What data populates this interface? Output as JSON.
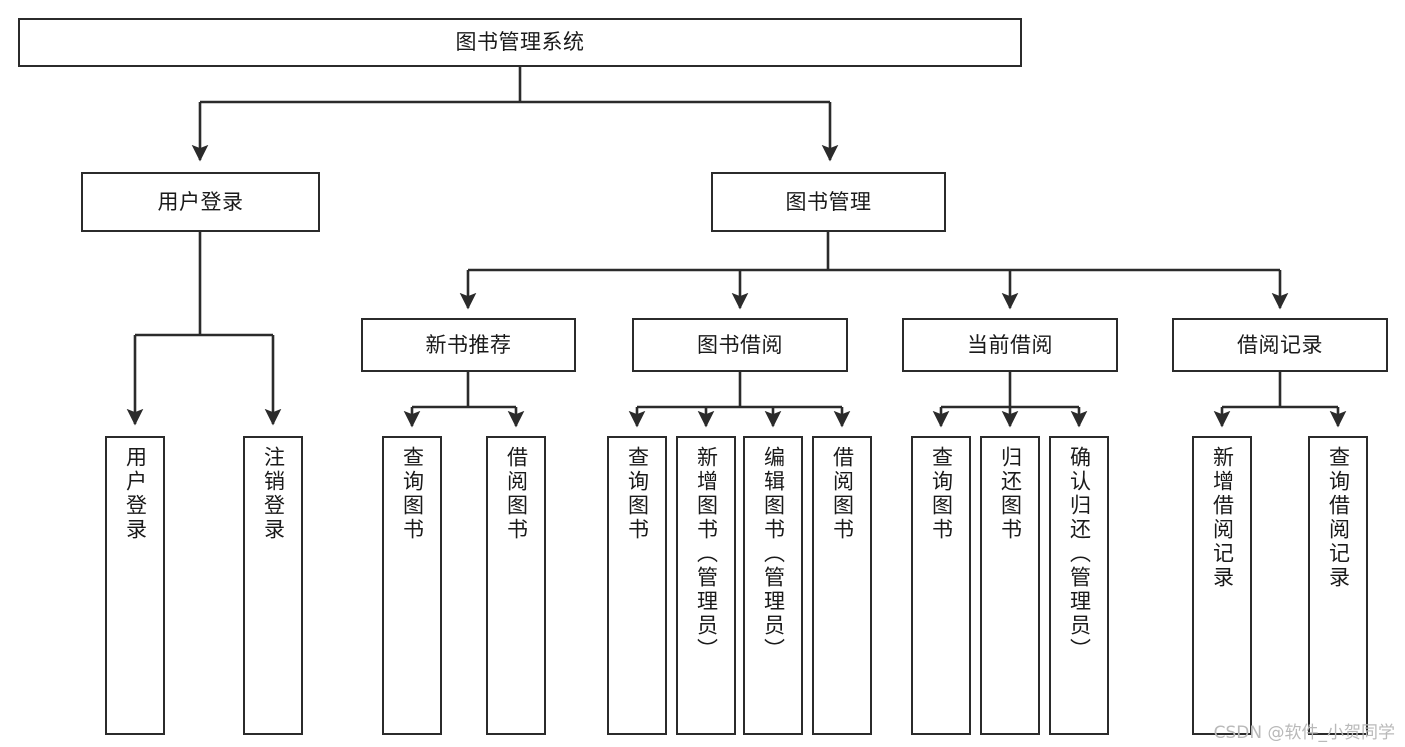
{
  "diagram": {
    "type": "tree",
    "title": "图书管理系统",
    "orientation": "top-down",
    "colors": {
      "box_border": "#2b2b2b",
      "box_fill": "#ffffff",
      "edge": "#2b2b2b",
      "text": "#1a1a1a",
      "watermark": "#b9b9b9",
      "background": "#ffffff"
    }
  },
  "nodes": {
    "root": {
      "label": "图书管理系统",
      "level": 1,
      "orientation": "horizontal"
    },
    "n_user_login": {
      "label": "用户登录",
      "level": 2,
      "orientation": "horizontal"
    },
    "n_book_manage": {
      "label": "图书管理",
      "level": 2,
      "orientation": "horizontal"
    },
    "n_new_book_rec": {
      "label": "新书推荐",
      "level": 3,
      "orientation": "horizontal"
    },
    "n_book_borrow": {
      "label": "图书借阅",
      "level": 3,
      "orientation": "horizontal"
    },
    "n_current_borrow": {
      "label": "当前借阅",
      "level": 3,
      "orientation": "horizontal"
    },
    "n_borrow_record": {
      "label": "借阅记录",
      "level": 3,
      "orientation": "horizontal"
    },
    "leaf_user_login": {
      "label": "用户登录",
      "level": 4,
      "orientation": "vertical"
    },
    "leaf_logout": {
      "label": "注销登录",
      "level": 4,
      "orientation": "vertical"
    },
    "leaf_query_book_1": {
      "label": "查询图书",
      "level": 4,
      "orientation": "vertical"
    },
    "leaf_borrow_book_1": {
      "label": "借阅图书",
      "level": 4,
      "orientation": "vertical"
    },
    "leaf_query_book_2": {
      "label": "查询图书",
      "level": 4,
      "orientation": "vertical"
    },
    "leaf_add_book": {
      "label": "新增图书（管理员）",
      "level": 4,
      "orientation": "vertical"
    },
    "leaf_edit_book": {
      "label": "编辑图书（管理员）",
      "level": 4,
      "orientation": "vertical"
    },
    "leaf_borrow_book_2": {
      "label": "借阅图书",
      "level": 4,
      "orientation": "vertical"
    },
    "leaf_query_book_3": {
      "label": "查询图书",
      "level": 4,
      "orientation": "vertical"
    },
    "leaf_return_book": {
      "label": "归还图书",
      "level": 4,
      "orientation": "vertical"
    },
    "leaf_confirm_return": {
      "label": "确认归还（管理员）",
      "level": 4,
      "orientation": "vertical"
    },
    "leaf_add_record": {
      "label": "新增借阅记录",
      "level": 4,
      "orientation": "vertical"
    },
    "leaf_query_record": {
      "label": "查询借阅记录",
      "level": 4,
      "orientation": "vertical"
    }
  },
  "edges": [
    {
      "from": "root",
      "to": "n_user_login"
    },
    {
      "from": "root",
      "to": "n_book_manage"
    },
    {
      "from": "n_user_login",
      "to": "leaf_user_login"
    },
    {
      "from": "n_user_login",
      "to": "leaf_logout"
    },
    {
      "from": "n_book_manage",
      "to": "n_new_book_rec"
    },
    {
      "from": "n_book_manage",
      "to": "n_book_borrow"
    },
    {
      "from": "n_book_manage",
      "to": "n_current_borrow"
    },
    {
      "from": "n_book_manage",
      "to": "n_borrow_record"
    },
    {
      "from": "n_new_book_rec",
      "to": "leaf_query_book_1"
    },
    {
      "from": "n_new_book_rec",
      "to": "leaf_borrow_book_1"
    },
    {
      "from": "n_book_borrow",
      "to": "leaf_query_book_2"
    },
    {
      "from": "n_book_borrow",
      "to": "leaf_add_book"
    },
    {
      "from": "n_book_borrow",
      "to": "leaf_edit_book"
    },
    {
      "from": "n_book_borrow",
      "to": "leaf_borrow_book_2"
    },
    {
      "from": "n_current_borrow",
      "to": "leaf_query_book_3"
    },
    {
      "from": "n_current_borrow",
      "to": "leaf_return_book"
    },
    {
      "from": "n_current_borrow",
      "to": "leaf_confirm_return"
    },
    {
      "from": "n_borrow_record",
      "to": "leaf_add_record"
    },
    {
      "from": "n_borrow_record",
      "to": "leaf_query_record"
    }
  ],
  "watermark": {
    "text": "CSDN @软件_小贺同学"
  }
}
